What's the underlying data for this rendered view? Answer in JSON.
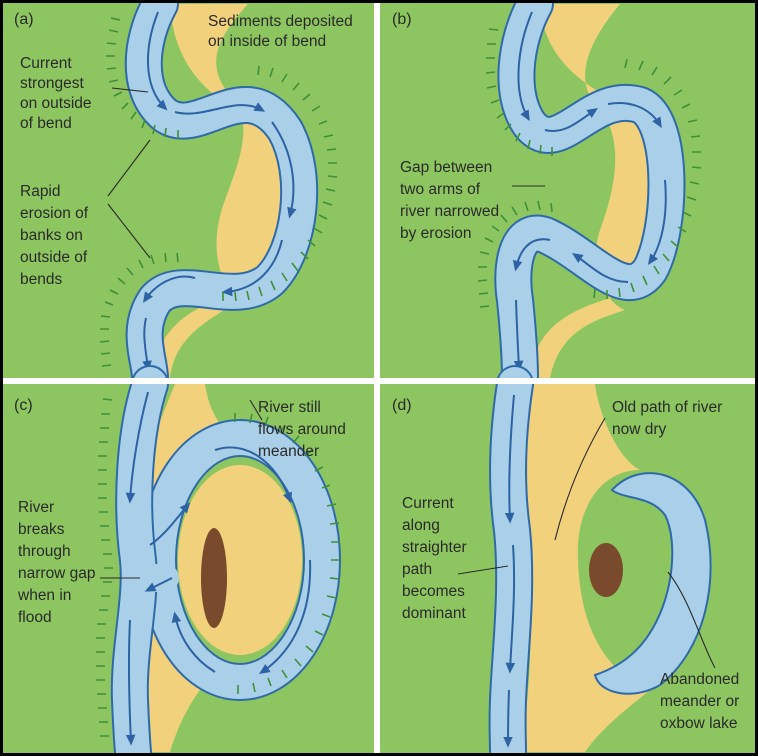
{
  "panels": [
    {
      "id": "a",
      "tag": "(a)",
      "labels": {
        "sediments": [
          "Sediments deposited",
          "on inside of bend"
        ],
        "current": [
          "Current",
          "strongest",
          "on outside",
          "of bend"
        ],
        "erosion": [
          "Rapid",
          "erosion of",
          "banks on",
          "outside of",
          "bends"
        ]
      }
    },
    {
      "id": "b",
      "tag": "(b)",
      "labels": {
        "gap": [
          "Gap between",
          "two arms of",
          "river narrowed",
          "by erosion"
        ]
      }
    },
    {
      "id": "c",
      "tag": "(c)",
      "labels": {
        "still": [
          "River still",
          "flows around",
          "meander"
        ],
        "breaks": [
          "River",
          "breaks",
          "through",
          "narrow gap",
          "when in",
          "flood"
        ]
      }
    },
    {
      "id": "d",
      "tag": "(d)",
      "labels": {
        "old": [
          "Old path of river",
          "now dry"
        ],
        "current": [
          "Current",
          "along",
          "straighter",
          "path",
          "becomes",
          "dominant"
        ],
        "abandoned": [
          "Abandoned",
          "meander or",
          "oxbow lake"
        ]
      }
    }
  ],
  "colors": {
    "grass": "#8dc660",
    "sand": "#f2d17d",
    "water": "#a9d0e8",
    "flow_arrow": "#2d62a3",
    "erosion_marks": "#3e8f3a",
    "island": "#7a4a2c",
    "divider": "#ffffff",
    "border": "#000000"
  }
}
